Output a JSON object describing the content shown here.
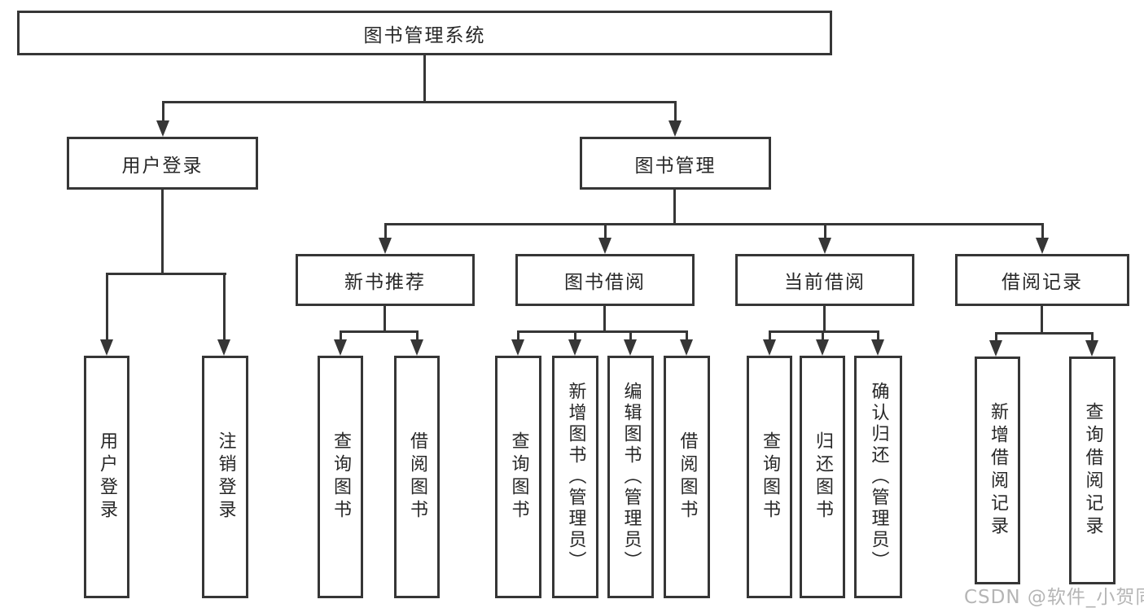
{
  "diagram": {
    "root": {
      "label": "图书管理系统"
    },
    "branches": [
      {
        "label": "用户登录",
        "children": [
          {
            "label": "用户登录"
          },
          {
            "label": "注销登录"
          }
        ]
      },
      {
        "label": "图书管理",
        "children": [
          {
            "label": "新书推荐",
            "children": [
              {
                "label": "查询图书"
              },
              {
                "label": "借阅图书"
              }
            ]
          },
          {
            "label": "图书借阅",
            "children": [
              {
                "label": "查询图书"
              },
              {
                "label": "新增图书（管理员）"
              },
              {
                "label": "编辑图书（管理员）"
              },
              {
                "label": "借阅图书"
              }
            ]
          },
          {
            "label": "当前借阅",
            "children": [
              {
                "label": "查询图书"
              },
              {
                "label": "归还图书"
              },
              {
                "label": "确认归还（管理员）"
              }
            ]
          },
          {
            "label": "借阅记录",
            "children": [
              {
                "label": "新增借阅记录"
              },
              {
                "label": "查询借阅记录"
              }
            ]
          }
        ]
      }
    ]
  },
  "watermark": {
    "text": "CSDN @软件_小贺同学"
  },
  "colors": {
    "line": "#363636",
    "background": "#ffffff",
    "watermark": "#b5b5b5"
  }
}
